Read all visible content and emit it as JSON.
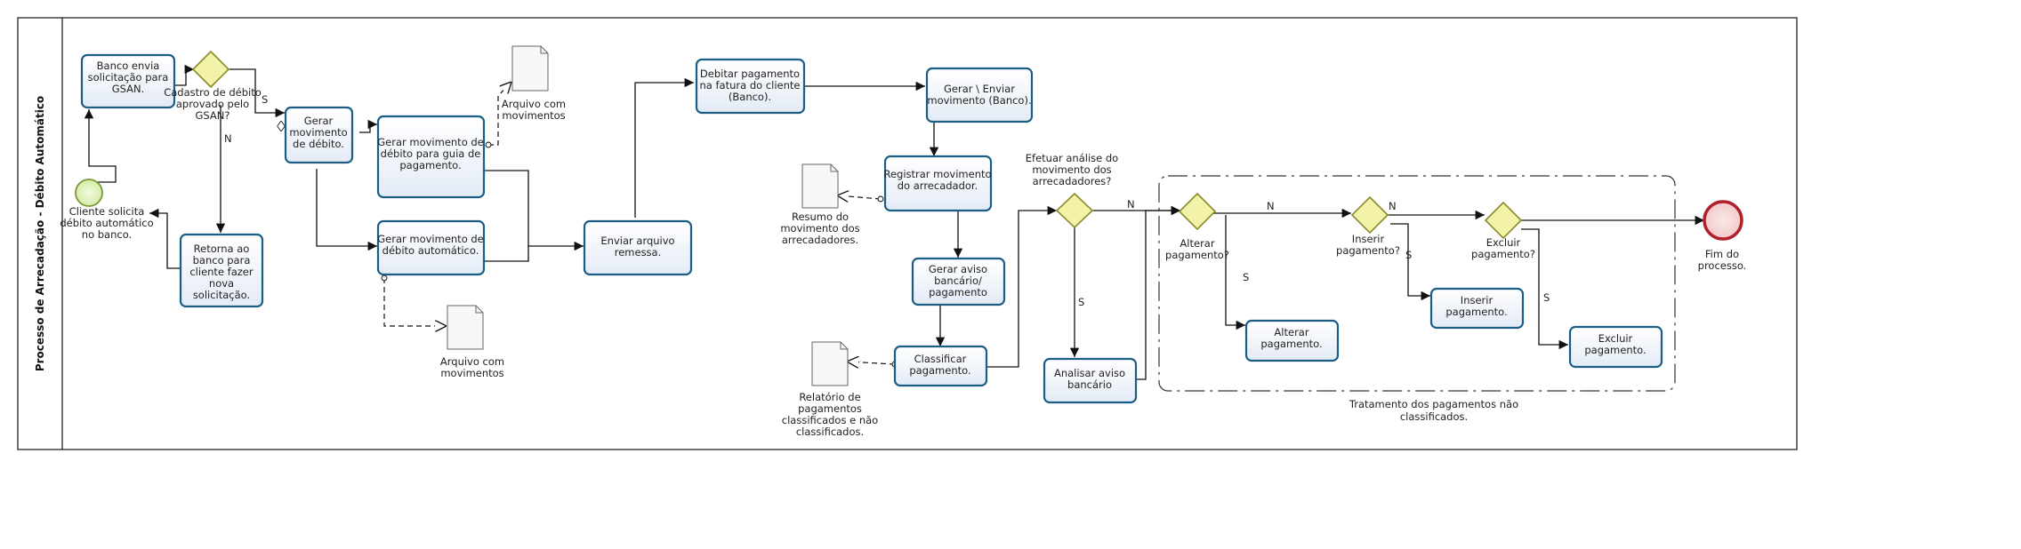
{
  "pool": {
    "label": "Processo de Arrecadação - Débito Automático"
  },
  "events": {
    "start": "Cliente solicita débito automático no banco.",
    "end": "Fim do processo."
  },
  "tasks": {
    "banco_envia": "Banco envia solicitação para GSAN.",
    "retorna_banco": "Retorna ao banco para cliente fazer nova solicitação.",
    "gerar_mov_debito": "Gerar movimento de débito.",
    "gerar_mov_guia": "Gerar movimento de débito para guia de pagamento.",
    "gerar_mov_auto": "Gerar movimento de débito automático.",
    "enviar_remessa": "Enviar arquivo remessa.",
    "debitar_pagamento": "Debitar pagamento na fatura do cliente (Banco).",
    "gerar_enviar_mov": "Gerar \\ Enviar movimento (Banco).",
    "registrar_mov": "Registrar movimento do arrecadador.",
    "gerar_aviso": "Gerar aviso bancário/ pagamento",
    "classificar": "Classificar pagamento.",
    "analisar_aviso": "Analisar aviso bancário",
    "alterar": "Alterar pagamento.",
    "inserir": "Inserir pagamento.",
    "excluir": "Excluir pagamento."
  },
  "gateways": {
    "cadastro": "Cadastro de débito aprovado pelo GSAN?",
    "efetuar_analise": "Efetuar análise do movimento dos arrecadadores?",
    "alterar_q": "Alterar pagamento?",
    "inserir_q": "Inserir pagamento?",
    "excluir_q": "Excluir pagamento?"
  },
  "data_objects": {
    "arquivo1": "Arquivo com movimentos",
    "arquivo2": "Arquivo com movimentos",
    "resumo": "Resumo do movimento dos arrecadadores.",
    "relatorio": "Relatório de pagamentos classificados e não classificados."
  },
  "group": {
    "label": "Tratamento dos pagamentos não classificados."
  },
  "flow_labels": {
    "s": "S",
    "n": "N"
  },
  "colors": {
    "task_border": "#1a5e86",
    "gateway_fill": "#f2f2a8",
    "start_fill": "#d9f2a6",
    "end_border": "#b0212b"
  }
}
